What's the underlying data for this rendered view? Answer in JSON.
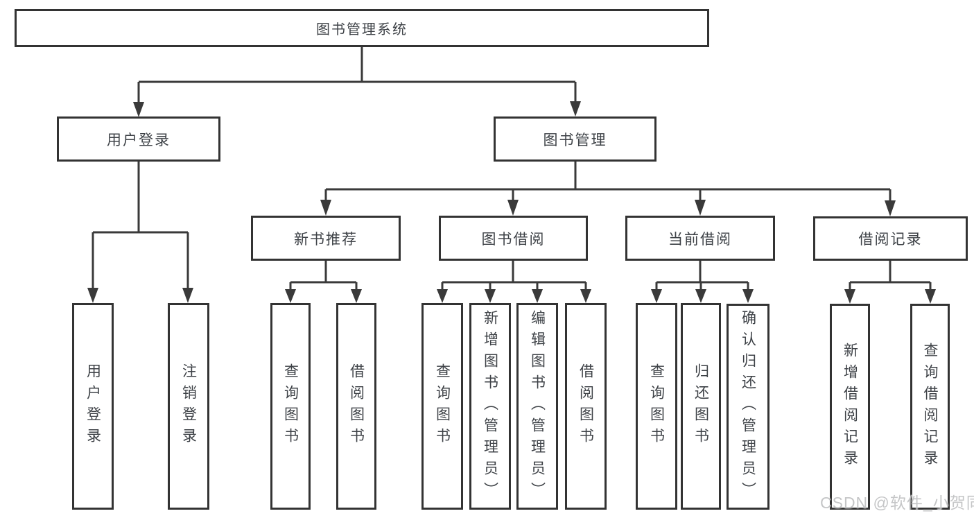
{
  "diagram": {
    "root": {
      "label": "图书管理系统"
    },
    "level2": {
      "user_login": {
        "label": "用户登录"
      },
      "book_management": {
        "label": "图书管理"
      }
    },
    "level3": {
      "new_book_recommend": {
        "label": "新书推荐"
      },
      "book_borrow": {
        "label": "图书借阅"
      },
      "current_borrow": {
        "label": "当前借阅"
      },
      "borrow_record": {
        "label": "借阅记录"
      }
    },
    "leaves": {
      "user_login": [
        "用户登录",
        "注销登录"
      ],
      "new_book_recommend": [
        "查询图书",
        "借阅图书"
      ],
      "book_borrow": [
        "查询图书",
        "新增图书（管理员）",
        "编辑图书（管理员）",
        "借阅图书"
      ],
      "current_borrow": [
        "查询图书",
        "归还图书",
        "确认归还（管理员）"
      ],
      "borrow_record": [
        "新增借阅记录",
        "查询借阅记录"
      ]
    }
  },
  "watermark": {
    "text": "CSDN @软件_小贺同学"
  },
  "colors": {
    "line": "#3a3a3a",
    "border": "#333333",
    "text": "#3e4247",
    "watermark": "#bfc0c2",
    "background": "#ffffff"
  }
}
